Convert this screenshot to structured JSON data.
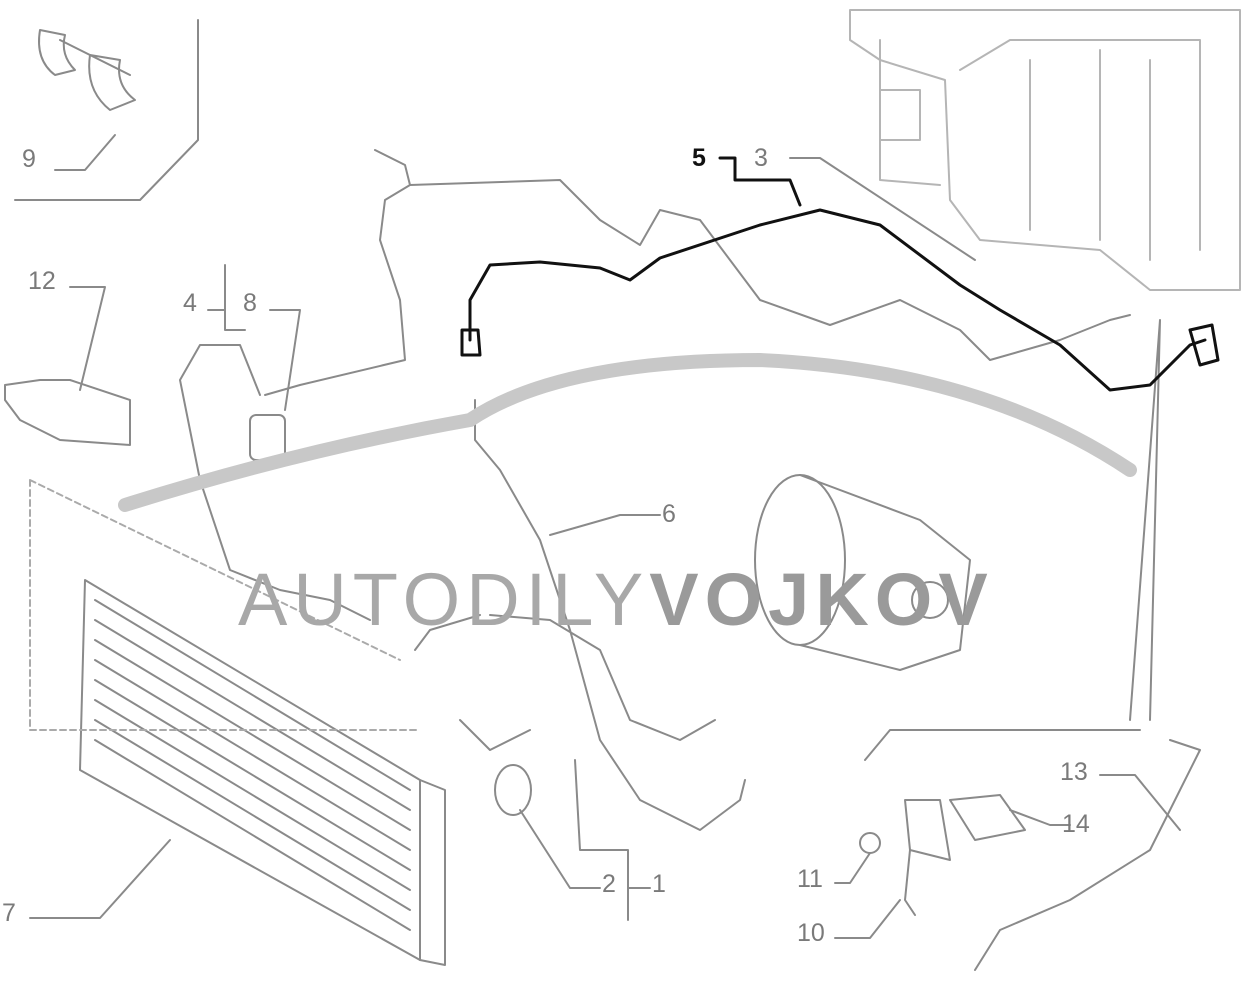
{
  "diagram": {
    "watermark": {
      "part1": "AUTODILY",
      "part2": "VOJKOV"
    },
    "callouts": [
      {
        "id": "9",
        "label": "9"
      },
      {
        "id": "12",
        "label": "12"
      },
      {
        "id": "4",
        "label": "4"
      },
      {
        "id": "8",
        "label": "8"
      },
      {
        "id": "5",
        "label": "5",
        "highlighted": true
      },
      {
        "id": "3",
        "label": "3"
      },
      {
        "id": "6",
        "label": "6"
      },
      {
        "id": "7",
        "label": "7"
      },
      {
        "id": "2",
        "label": "2"
      },
      {
        "id": "1",
        "label": "1"
      },
      {
        "id": "13",
        "label": "13"
      },
      {
        "id": "14",
        "label": "14"
      },
      {
        "id": "11",
        "label": "11"
      },
      {
        "id": "10",
        "label": "10"
      }
    ],
    "colors": {
      "line": "#8a8a8a",
      "highlight": "#111111",
      "watermark": "#b0b0b0"
    }
  }
}
